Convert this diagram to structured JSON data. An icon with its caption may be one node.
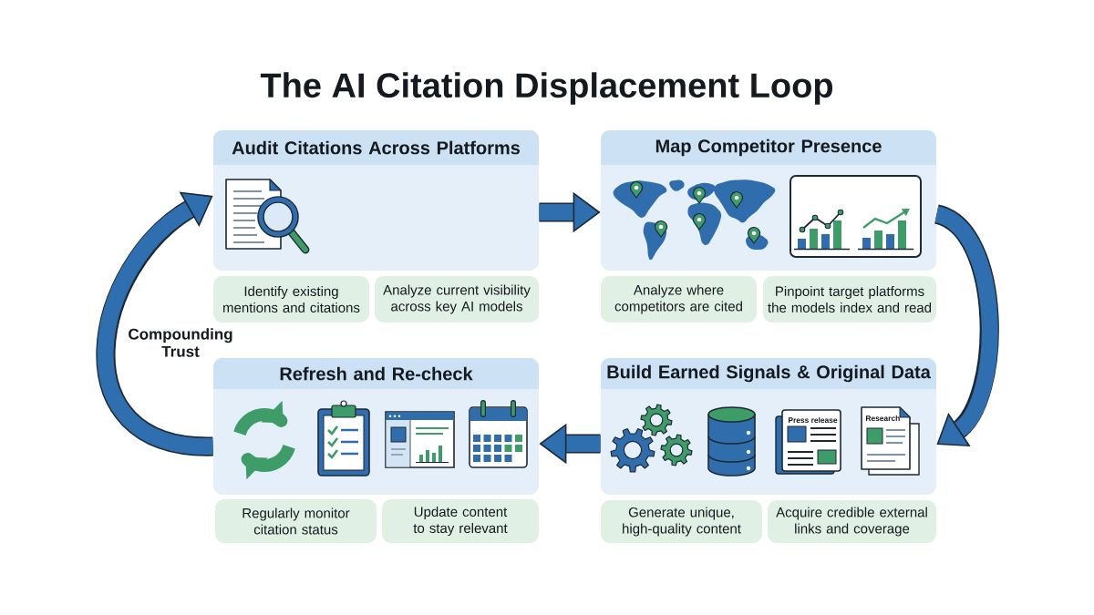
{
  "diagram": {
    "title": "The AI Citation Displacement Loop",
    "nodes": [
      {
        "text": [
          "Audit Citations Across Platforms"
        ]
      },
      {
        "text": [
          "Identify existing mentions and citations"
        ]
      },
      {
        "text": [
          "Analyze current visibility across key AI models"
        ]
      },
      {
        "text": [
          "Map Competitor Presence"
        ]
      },
      {
        "text": [
          "Analyze where competitors are cited"
        ]
      },
      {
        "text": [
          "Pinpoint target platforms the models index and read"
        ]
      },
      {
        "text": [
          "Refresh and Re-check"
        ]
      },
      {
        "text": [
          "Regularly monitor citation status"
        ]
      },
      {
        "text": [
          "Update content to stay relevant"
        ]
      },
      {
        "text": [
          "Build Earned Signals & Original Data"
        ]
      },
      {
        "text": [
          "Generate unique, high-quality content"
        ]
      },
      {
        "text": [
          "Acquire credible external links and coverage"
        ]
      }
    ],
    "edges": [
      {
        "from": 0,
        "to": 3,
        "arrow": "to"
      },
      {
        "from": 3,
        "to": 9,
        "arrow": "to"
      },
      {
        "from": 9,
        "to": 6,
        "arrow": "to"
      },
      {
        "from": 6,
        "to": 0,
        "arrow": "to",
        "label": "Compounding Trust"
      }
    ],
    "labels": [
      "Press release",
      "Research"
    ]
  }
}
